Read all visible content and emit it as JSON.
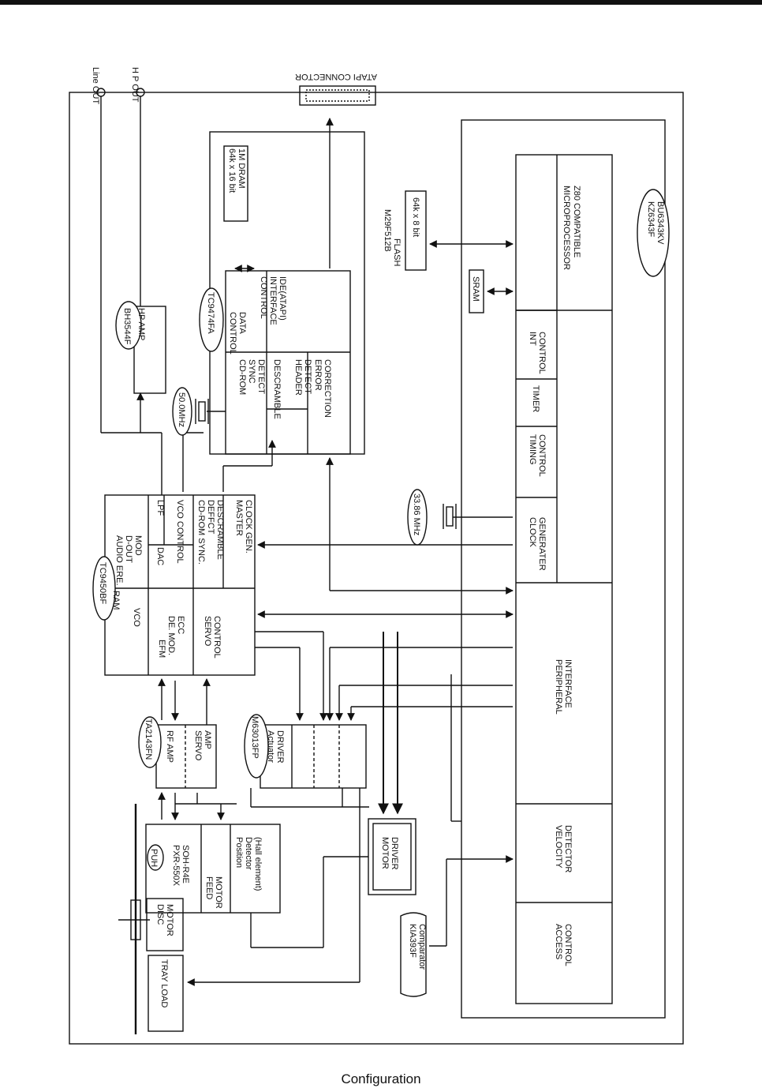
{
  "caption": "Configuration",
  "labels": {
    "line_out": "Line OUT",
    "hp_out": "H P OUT",
    "atapi_connector": "ATAPI CONNECTOR",
    "dram": [
      "1M DRAM",
      "64k x 16 bit"
    ],
    "flash": [
      "FLASH",
      "M29F512B"
    ],
    "flash_size": "64k x 8 bit",
    "sram": "SRAM",
    "xtal_50": "50.0MHz",
    "xtal_3386": "33.86 MHz",
    "hp_amp_chip": "BH3544F",
    "hp_amp": "HP AMP",
    "tc9474_chip": "TC9474FA",
    "tc9474_cells": {
      "data_control": [
        "DATA",
        "CONTROL"
      ],
      "ide_interface": [
        "IDE(ATAPI)",
        "INTERFACE",
        "CONTROL"
      ],
      "cdrom_sync": [
        "CD-ROM",
        "SYNC",
        "DETECT"
      ],
      "descramble": "DESCRAMBLE",
      "header_detect": [
        "HEADER",
        "DETECT"
      ],
      "error_correction": [
        "ERROR",
        "CORRECTION"
      ]
    },
    "tc9450_chip": "TC9450BF",
    "tc9450_cells": {
      "ram": "RAM",
      "vco": "VCO",
      "efm": [
        "EFM",
        "DE. MOD.",
        "ECC"
      ],
      "servo_control": [
        "SERVO",
        "CONTROL"
      ],
      "audio": [
        "AUDIO ERE.",
        "D-OUT",
        "MOD"
      ],
      "dac": "DAC",
      "lpf": "LPF",
      "vco_control": "VCO CONTROL",
      "cdrom_sync_deffct": [
        "CD-ROM SYNC.",
        "DEFFCT",
        "DESCRAMBLE"
      ],
      "master_clock": [
        "MASTER",
        "CLOCK GEN."
      ]
    },
    "ta2143_chip": "TA2143FN",
    "rf_amp": "RF AMP",
    "servo_amp": [
      "SERVO",
      "AMP"
    ],
    "m63013_chip": "M63013FP",
    "actuator_driver": [
      "Actuator",
      "DRIVER"
    ],
    "motor_driver": [
      "MOTOR",
      "DRIVER"
    ],
    "puh": "PUH",
    "puh_model": [
      "PXR-550X",
      "SOH-R4E"
    ],
    "feed_motor": [
      "FEED",
      "MOTOR"
    ],
    "position_detector": [
      "Position",
      "Detector",
      "(Hall element)"
    ],
    "disc_motor": [
      "DISC",
      "MOTOR"
    ],
    "tray_load": "TRAY LOAD",
    "kia393_chip": "KIA393F",
    "comparator": "Comparator",
    "kz_chip": [
      "KZ6343F",
      "BU6343KV"
    ],
    "microprocessor": [
      "MICROPROCESSOR",
      "Z80 COMPATIBLE"
    ],
    "int_control": [
      "INT",
      "CONTROL"
    ],
    "timer": "TIMER",
    "timing_control": [
      "TIMING",
      "CONTROL"
    ],
    "clock_generator": [
      "CLOCK",
      "GENERATER"
    ],
    "peripheral_interface": [
      "PERIPHERAL",
      "INTERFACE"
    ],
    "velocity_detector": [
      "VELOCITY",
      "DETECTOR"
    ],
    "access_control": [
      "ACCESS",
      "CONTROL"
    ]
  }
}
